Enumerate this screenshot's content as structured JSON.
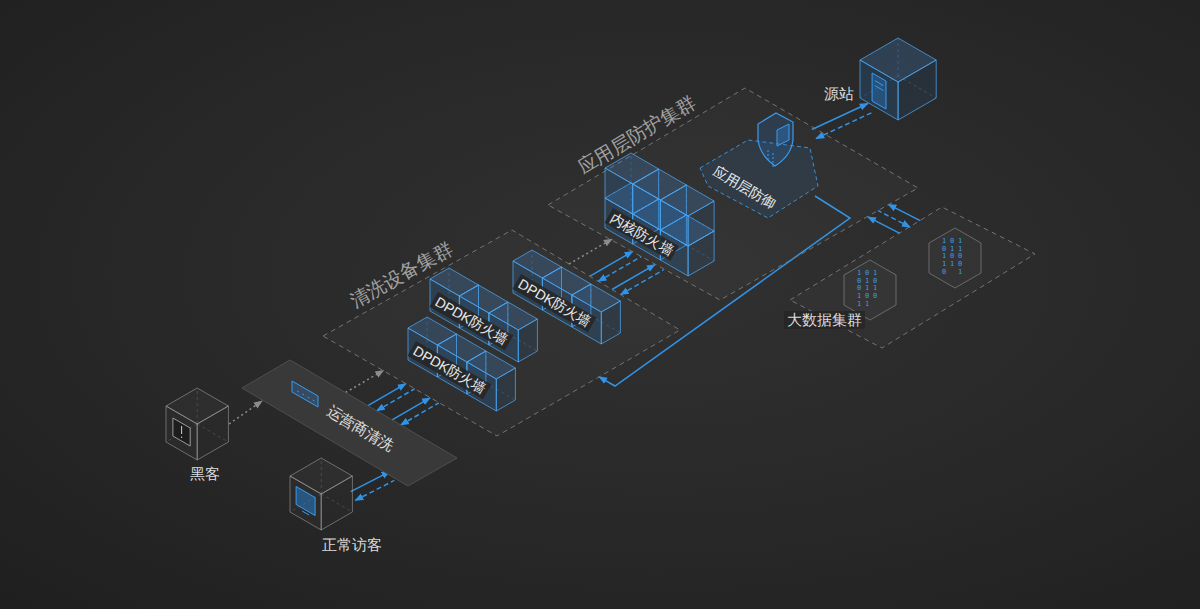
{
  "diagram": {
    "nodes": [
      {
        "text": [
          "黑客"
        ]
      },
      {
        "text": [
          "正常访客"
        ]
      },
      {
        "text": [
          "运营商清洗"
        ]
      },
      {
        "text": [
          "清洗设备集群"
        ]
      },
      {
        "text": [
          "DPDK防火墙"
        ],
        "in": 3
      },
      {
        "text": [
          "DPDK防火墙"
        ],
        "in": 3
      },
      {
        "text": [
          "DPDK防火墙"
        ],
        "in": 3
      },
      {
        "text": [
          "应用层防护集群"
        ]
      },
      {
        "text": [
          "内核防火墙"
        ],
        "in": 7
      },
      {
        "text": [
          "应用层防御"
        ],
        "in": 7
      },
      {
        "text": [
          "源站"
        ]
      },
      {
        "text": [
          "大数据集群"
        ]
      }
    ],
    "edges": [
      {
        "from": 0,
        "to": 2,
        "arrow": "to"
      },
      {
        "from": 1,
        "to": 2,
        "arrow": "both"
      },
      {
        "from": 2,
        "to": 3,
        "arrow": "both"
      },
      {
        "from": 3,
        "to": 7,
        "arrow": "both"
      },
      {
        "from": 9,
        "to": 10,
        "arrow": "both"
      },
      {
        "from": 11,
        "to": 7,
        "arrow": "both"
      },
      {
        "from": 9,
        "to": 3,
        "arrow": "to"
      }
    ],
    "labels": [
      "10011",
      "01101",
      "1010",
      "10110",
      "0101",
      "11001"
    ]
  }
}
